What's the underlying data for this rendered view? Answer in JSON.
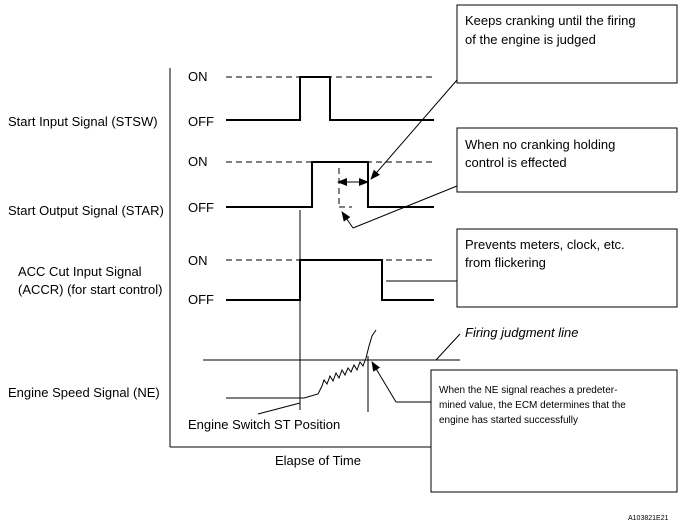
{
  "signals": {
    "stsw": "Start Input Signal (STSW)",
    "star": "Start Output Signal (STAR)",
    "accr_line1": "ACC Cut Input Signal",
    "accr_line2": "(ACCR) (for start control)",
    "ne": "Engine Speed Signal (NE)"
  },
  "levels": {
    "on": "ON",
    "off": "OFF"
  },
  "annotations": {
    "cranking_line1": "Keeps cranking until the firing",
    "cranking_line2": "of the engine is judged",
    "holding_line1": "When no cranking holding",
    "holding_line2": "control  is effected",
    "flicker_line1": "Prevents meters, clock, etc.",
    "flicker_line2": "from flickering",
    "firing_judgment": "Firing judgment line",
    "ne_line1": "When the NE signal reaches a predeter-",
    "ne_line2": "mined value, the ECM determines that the",
    "ne_line3": "engine has started successfully"
  },
  "switch_label": "Engine Switch ST Position",
  "x_axis_label": "Elapse of Time",
  "figure_id": "A103821E21"
}
